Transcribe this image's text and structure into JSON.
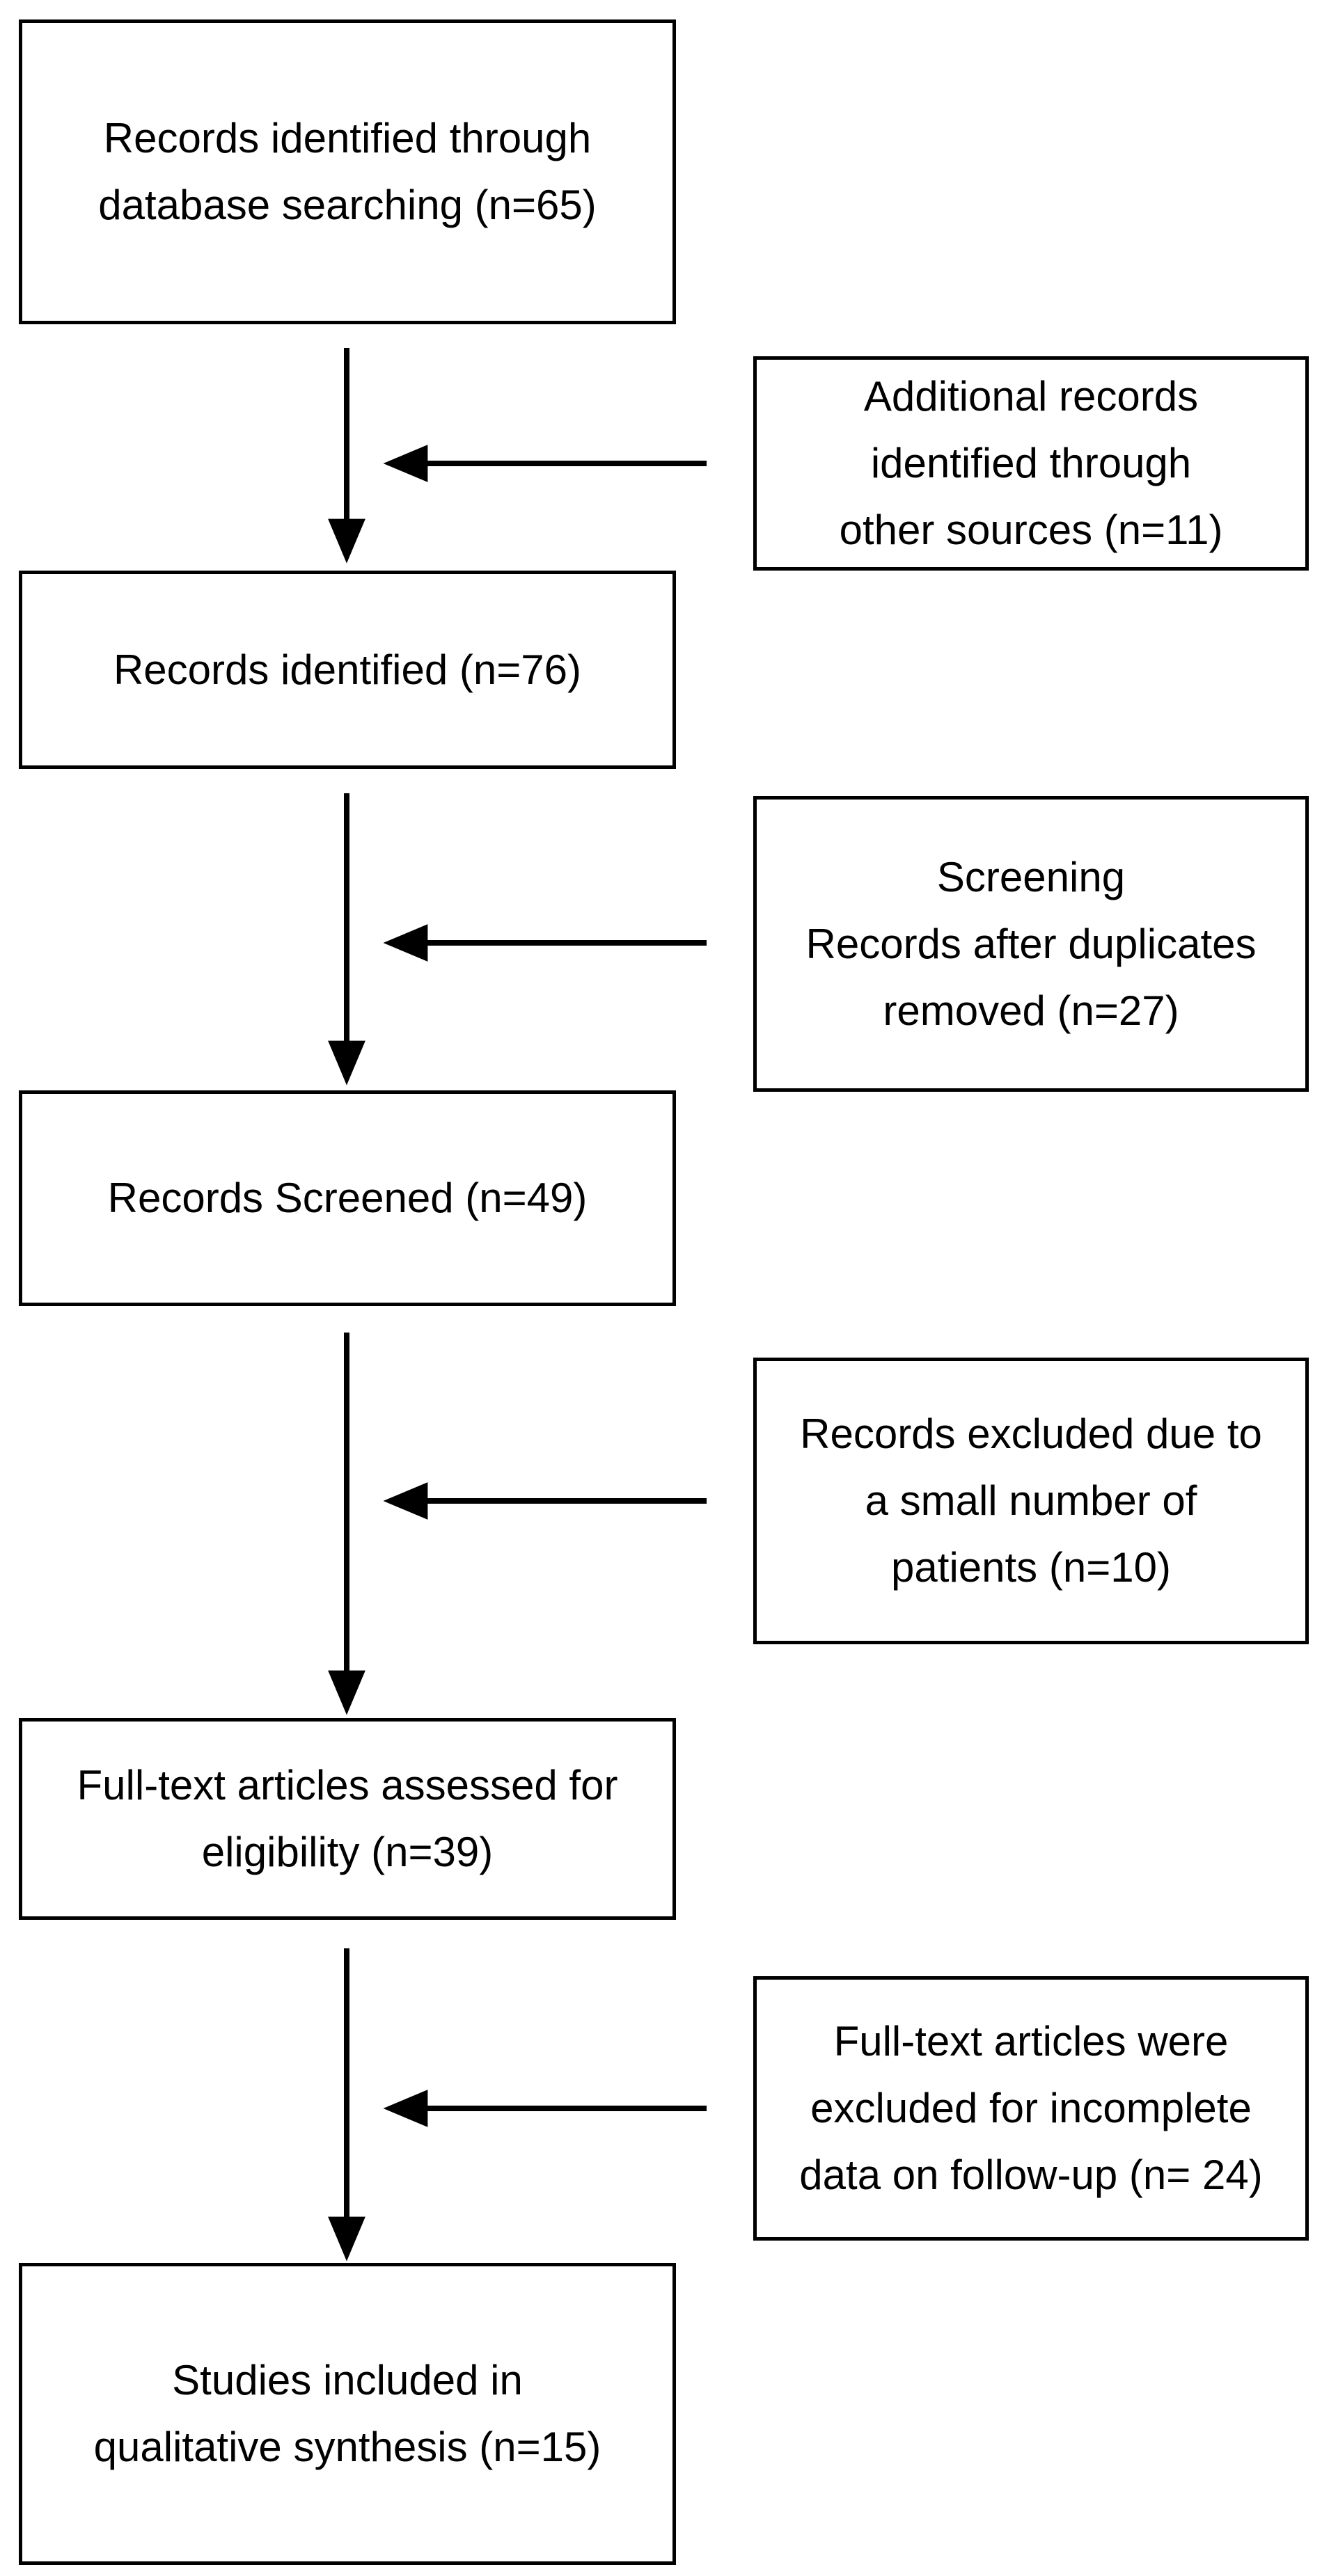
{
  "figure": {
    "background": "#ffffff",
    "colors": {
      "border": "#000000",
      "fill": "#ffffff",
      "text": "#000000",
      "arrow": "#000000"
    },
    "boxes": {
      "records_identified_database": "Records identified through\ndatabase searching (n=65)",
      "additional_records": "Additional records\nidentified through\nother sources (n=11)",
      "records_identified": "Records identified (n=76)",
      "duplicates_removed": "Screening\nRecords after duplicates\nremoved (n=27)",
      "records_screened": "Records Screened (n=49)",
      "records_excluded": "Records excluded due to\na small number of\npatients (n=10)",
      "fulltext_assessed": "Full-text articles assessed for\neligibility (n=39)",
      "fulltext_excluded": "Full-text articles were\nexcluded for incomplete\ndata on follow-up (n= 24)",
      "studies_included": "Studies included in\nqualitative synthesis (n=15)"
    },
    "counts": {
      "database_searching": 65,
      "other_sources": 11,
      "records_identified": 76,
      "after_duplicates_removed": 27,
      "records_screened": 49,
      "records_excluded_small_number": 10,
      "fulltext_assessed": 39,
      "fulltext_excluded": 24,
      "studies_included_qualitative": 15
    },
    "connections": [
      {
        "from": "records_identified_database",
        "to": "records_identified",
        "type": "down-arrow"
      },
      {
        "from": "additional_records",
        "to": "flow-line-1",
        "type": "left-arrow"
      },
      {
        "from": "records_identified",
        "to": "records_screened",
        "type": "down-arrow"
      },
      {
        "from": "duplicates_removed",
        "to": "flow-line-2",
        "type": "left-arrow"
      },
      {
        "from": "records_screened",
        "to": "fulltext_assessed",
        "type": "down-arrow"
      },
      {
        "from": "records_excluded",
        "to": "flow-line-3",
        "type": "left-arrow"
      },
      {
        "from": "fulltext_assessed",
        "to": "studies_included",
        "type": "down-arrow"
      },
      {
        "from": "fulltext_excluded",
        "to": "flow-line-4",
        "type": "left-arrow"
      }
    ]
  }
}
